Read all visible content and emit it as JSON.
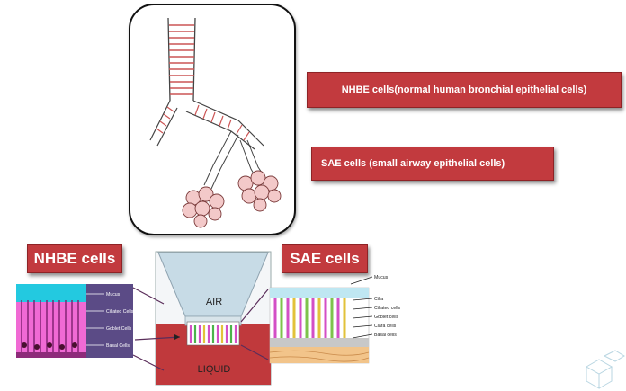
{
  "labels": {
    "nhbe_full": "NHBE cells(normal human bronchial epithelial cells)",
    "sae_full": "SAE cells (small airway epithelial cells)",
    "nhbe_tag": "NHBE cells",
    "sae_tag": "SAE cells"
  },
  "culture": {
    "air": "AIR",
    "liquid": "LIQUID"
  },
  "nhbe_panel": {
    "layers": [
      "Mucus",
      "Ciliated Cells",
      "Goblet Cells",
      "Basal Cells"
    ]
  },
  "sae_panel": {
    "layers": [
      "Mucus",
      "Cilia",
      "Ciliated cells",
      "Goblet cells",
      "Clara cells",
      "Basal cells"
    ]
  },
  "colors": {
    "label_red": "#c23a3e",
    "liquid_red": "#c0393c",
    "air_blue": "#c7dbe6",
    "cell_magenta": "#d34fc6",
    "nhbe_mucus": "#23c9e0"
  }
}
